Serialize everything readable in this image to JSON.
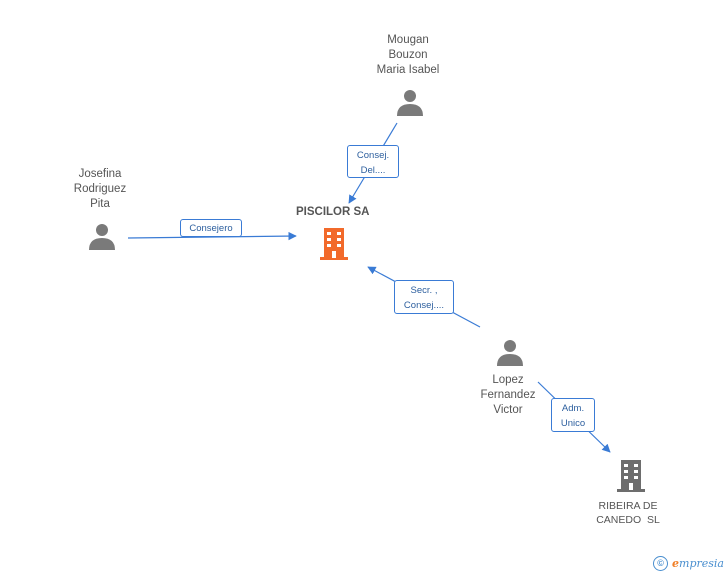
{
  "nodes": {
    "piscilor": {
      "name": "PISCILOR SA",
      "accent": "#f26a2b"
    },
    "mougan": {
      "lines": [
        "Mougan",
        "Bouzon",
        "Maria Isabel"
      ]
    },
    "josefina": {
      "lines": [
        "Josefina",
        "Rodriguez",
        "Pita"
      ]
    },
    "lopez": {
      "lines": [
        "Lopez",
        "Fernandez",
        "Victor"
      ]
    },
    "ribeira": {
      "lines": [
        "RIBEIRA DE",
        "CANEDO  SL"
      ]
    }
  },
  "edges": {
    "mougan_piscilor": [
      "Consej.",
      "Del...."
    ],
    "josefina_piscilor": [
      "Consejero"
    ],
    "lopez_piscilor": [
      "Secr. ,",
      "Consej...."
    ],
    "lopez_ribeira": [
      "Adm.",
      "Unico"
    ]
  },
  "colors": {
    "edge": "#3a7bd5",
    "person": "#7a7a7a",
    "company": "#6d6d6d"
  },
  "footer": {
    "copyright_symbol": "©",
    "brand_e": "e",
    "brand_rest": "mpresia"
  }
}
